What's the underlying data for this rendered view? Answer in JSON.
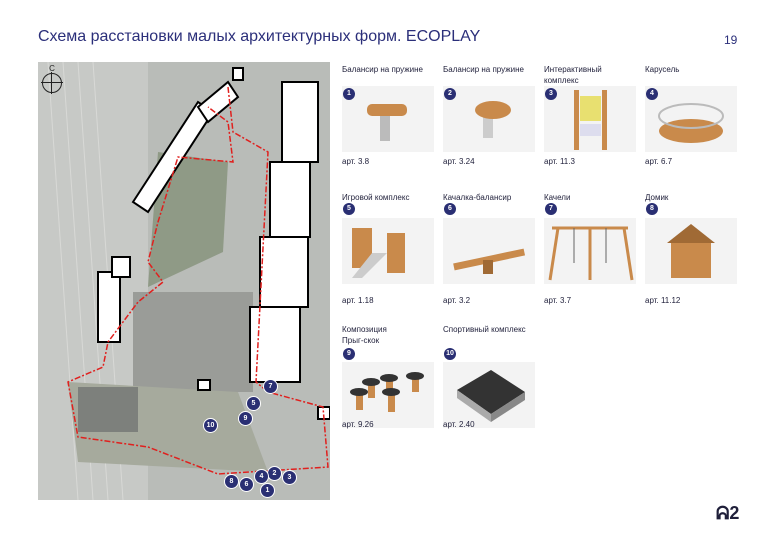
{
  "header": {
    "title": "Схема расстановки малых архитектурных форм. ECOPLAY",
    "page": "19"
  },
  "map": {
    "compass_label": "С",
    "markers": [
      "1",
      "2",
      "3",
      "4",
      "5",
      "6",
      "7",
      "8",
      "9",
      "10"
    ]
  },
  "items": [
    {
      "num": "1",
      "name": "Балансир на пружине",
      "art": "арт. 3.8"
    },
    {
      "num": "2",
      "name": "Балансир на пружине",
      "art": "арт. 3.24"
    },
    {
      "num": "3",
      "name": "Интерактивный комплекс",
      "art": "арт. 11.3"
    },
    {
      "num": "4",
      "name": "Карусель",
      "art": "арт. 6.7"
    },
    {
      "num": "5",
      "name": "Игровой комплекс",
      "art": "арт. 1.18"
    },
    {
      "num": "6",
      "name": "Качалка-балансир",
      "art": "арт. 3.2"
    },
    {
      "num": "7",
      "name": "Качели",
      "art": "арт. 3.7"
    },
    {
      "num": "8",
      "name": "Домик",
      "art": "арт. 11.12"
    },
    {
      "num": "9",
      "name": "Композиция Прыг-скок",
      "art": "арт. 9.26"
    },
    {
      "num": "10",
      "name": "Спортивный комплекс",
      "art": "арт. 2.40"
    }
  ],
  "colors": {
    "accent": "#2a2f73",
    "boundary": "#e0201e",
    "wood": "#c98a4b"
  }
}
